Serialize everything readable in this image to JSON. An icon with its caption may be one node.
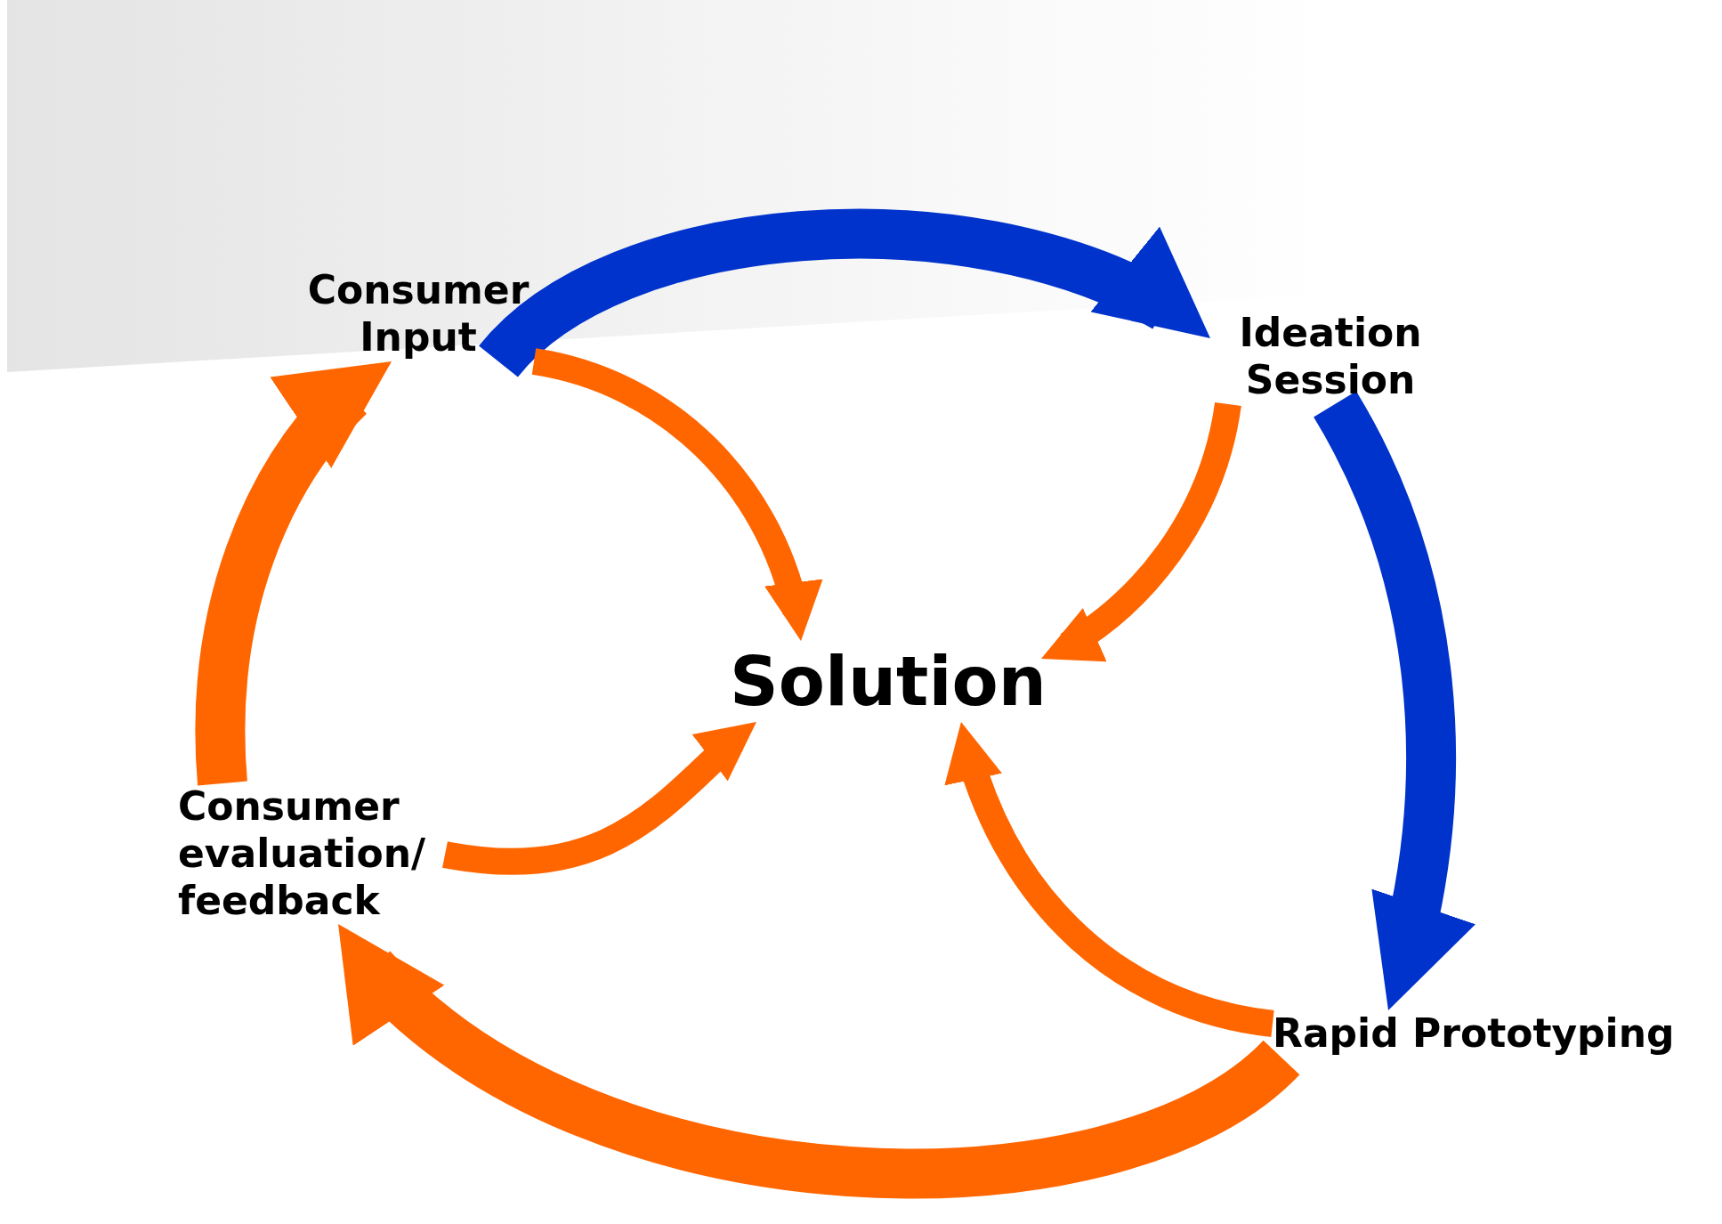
{
  "diagram": {
    "nodes": [
      {
        "text": [
          "Consumer Input"
        ]
      },
      {
        "text": [
          "Ideation Session"
        ]
      },
      {
        "text": [
          "Rapid Prototyping"
        ]
      },
      {
        "text": [
          "Consumer evaluation/ feedback"
        ]
      },
      {
        "text": [
          "Solution"
        ]
      }
    ],
    "edges": [
      {
        "from": 0,
        "to": 1,
        "arrow": "to",
        "color": "#0033cc"
      },
      {
        "from": 1,
        "to": 2,
        "arrow": "to",
        "color": "#0033cc"
      },
      {
        "from": 2,
        "to": 3,
        "arrow": "to"
      },
      {
        "from": 3,
        "to": 0,
        "arrow": "to"
      },
      {
        "from": 0,
        "to": 4,
        "arrow": "to"
      },
      {
        "from": 1,
        "to": 4,
        "arrow": "to"
      },
      {
        "from": 2,
        "to": 4,
        "arrow": "to"
      },
      {
        "from": 3,
        "to": 4,
        "arrow": "to"
      }
    ]
  }
}
